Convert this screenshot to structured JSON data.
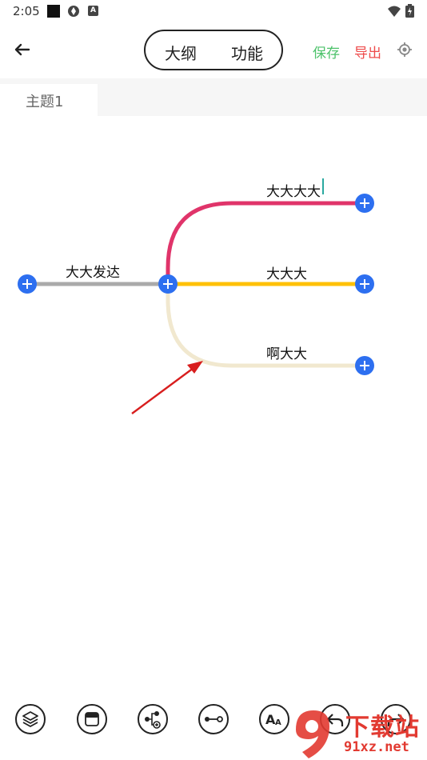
{
  "status_bar": {
    "time": "2:05",
    "icons": [
      "square-icon",
      "aperture-icon",
      "a-icon",
      "wifi-icon",
      "battery-icon"
    ]
  },
  "header": {
    "back_icon": "arrow-left-icon",
    "tabs": [
      {
        "label": "大纲"
      },
      {
        "label": "功能"
      }
    ],
    "save_label": "保存",
    "export_label": "导出",
    "locate_icon": "target-icon",
    "colors": {
      "save": "#4cc26a",
      "export": "#ee4b4b"
    }
  },
  "sheet_tabs": [
    {
      "label": "主题1"
    }
  ],
  "mindmap": {
    "root": {
      "label": "大大发达",
      "color": "#aaaaaa"
    },
    "children": [
      {
        "label": "大大大大",
        "color": "#e0346a"
      },
      {
        "label": "大大大",
        "color": "#ffc107"
      },
      {
        "label": "啊大大",
        "color": "#f1e8cf"
      }
    ],
    "plus_color": "#2d6ff0",
    "arrow_color": "#d81e1e"
  },
  "toolbar": {
    "tools": [
      "layers-icon",
      "window-icon",
      "add-child-node-icon",
      "connect-node-icon",
      "font-size-icon",
      "undo-icon",
      "redo-icon"
    ]
  },
  "watermark": {
    "title": "下载站",
    "site": "91xz.net"
  }
}
